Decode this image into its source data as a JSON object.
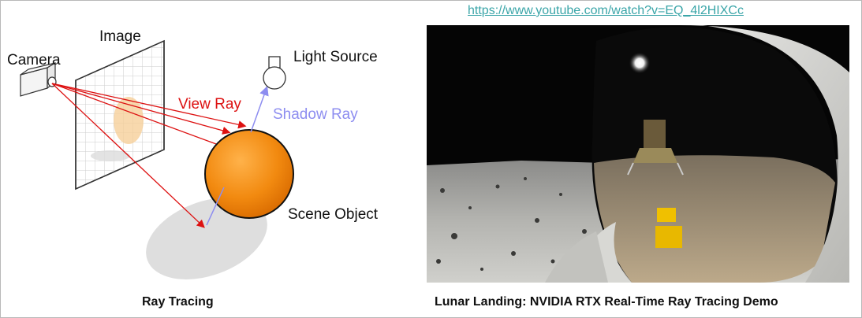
{
  "link": {
    "url_text": "https://www.youtube.com/watch?v=EQ_4l2HIXCc"
  },
  "diagram": {
    "labels": {
      "image": "Image",
      "camera": "Camera",
      "light_source": "Light Source",
      "view_ray": "View Ray",
      "shadow_ray": "Shadow Ray",
      "scene_object": "Scene Object"
    },
    "colors": {
      "view_ray": "#dd1111",
      "shadow_ray": "#8d8df0",
      "sphere": "#f08c0a"
    }
  },
  "captions": {
    "left": "Ray Tracing",
    "right": "Lunar Landing: NVIDIA RTX Real-Time Ray Tracing Demo"
  }
}
